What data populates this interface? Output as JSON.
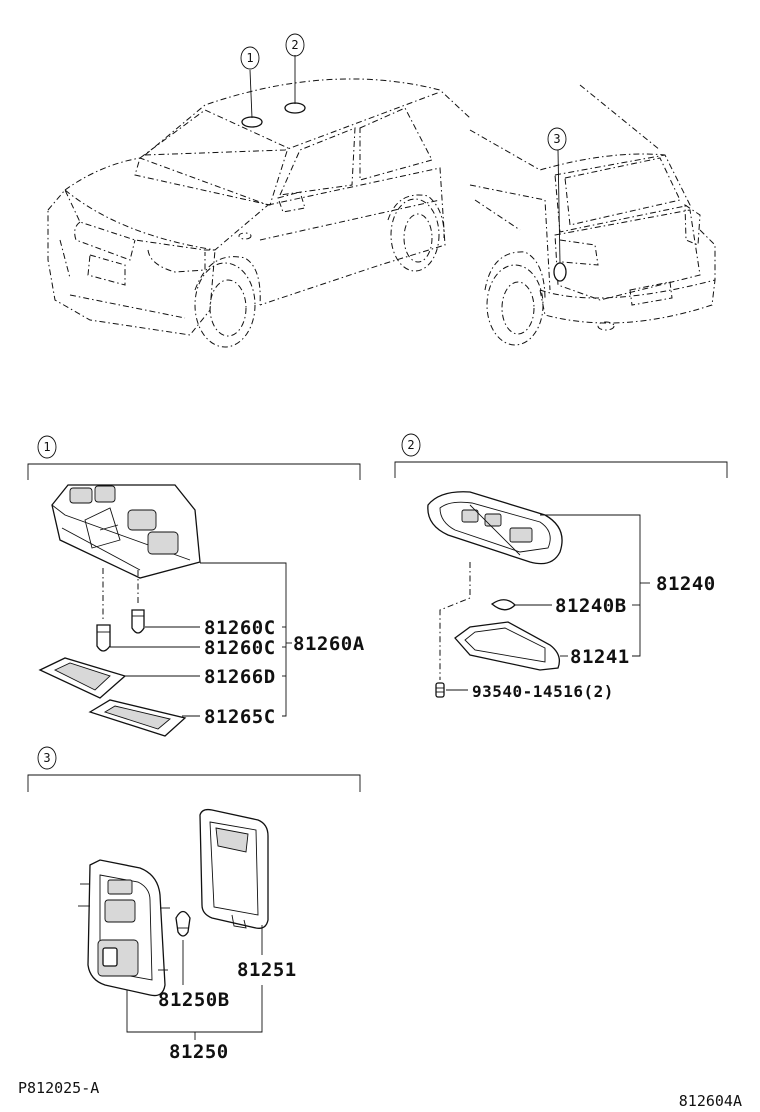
{
  "callouts": {
    "c1": "1",
    "c2": "2",
    "c3": "3"
  },
  "sections": {
    "s1": {
      "number": "1",
      "labels": {
        "bulb_a": "81260C",
        "bulb_b": "81260C",
        "assembly": "81260A",
        "lens_d": "81266D",
        "lens_c": "81265C"
      }
    },
    "s2": {
      "number": "2",
      "labels": {
        "assembly": "81240",
        "bulb": "81240B",
        "lens": "81241",
        "screw": "93540-14516(2)"
      }
    },
    "s3": {
      "number": "3",
      "labels": {
        "assembly": "81250",
        "bulb": "81250B",
        "lens": "81251"
      }
    }
  },
  "footer": {
    "left_code": "P812025-A",
    "right_code": "812604A"
  }
}
